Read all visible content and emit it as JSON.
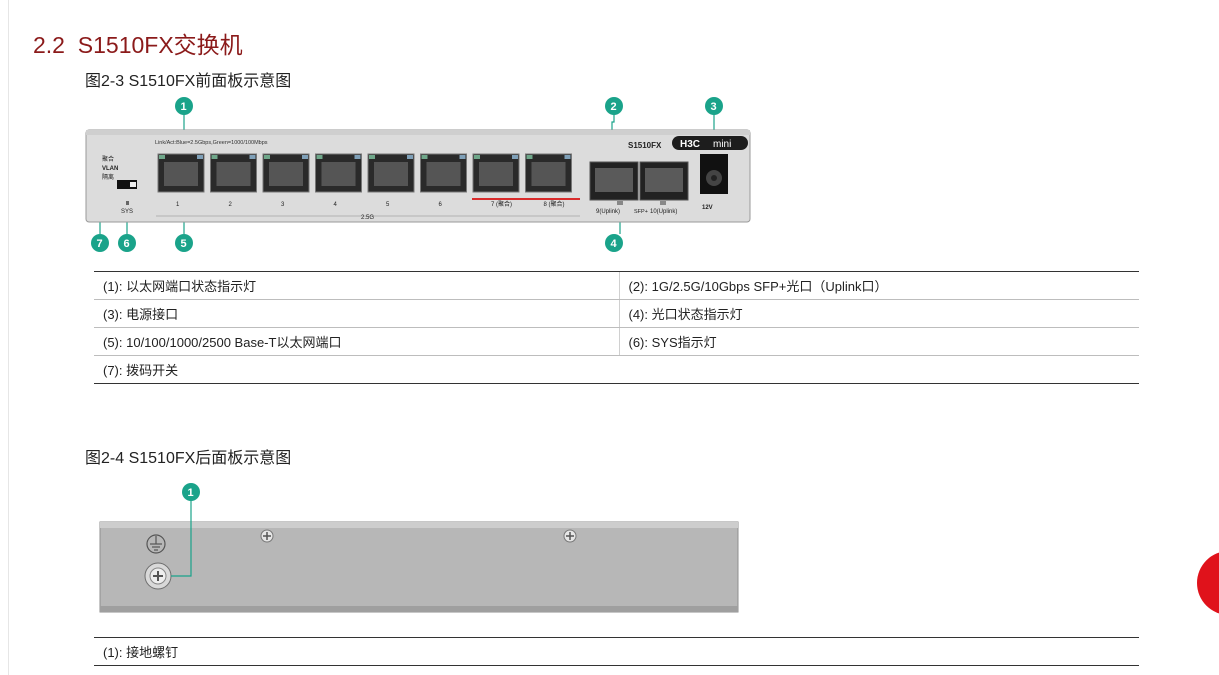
{
  "section": {
    "number": "2.2",
    "title": "S1510FX交换机"
  },
  "figures": [
    {
      "caption": "图2-3 S1510FX前面板示意图",
      "panel": {
        "model": "S1510FX",
        "brand": "H3C",
        "brand_suffix": "mini",
        "led_note": "Link/Act:Blue=2.5Gbps,Green=1000/100Mbps",
        "switch_labels": [
          "聚合",
          "VLAN",
          "隔离"
        ],
        "sys_label": "SYS",
        "port_labels": [
          "1",
          "2",
          "3",
          "4",
          "5",
          "6",
          "7 (聚合)",
          "8 (聚合)"
        ],
        "speed_label": "2.5G",
        "sfp_labels": [
          "9(Uplink)",
          "SFP+",
          "10(Uplink)"
        ],
        "power_label": "12V",
        "callouts": [
          "1",
          "2",
          "3",
          "4",
          "5",
          "6",
          "7"
        ]
      },
      "legend": [
        [
          "(1): 以太网端口状态指示灯",
          "(2): 1G/2.5G/10Gbps SFP+光口（Uplink口）"
        ],
        [
          "(3): 电源接口",
          "(4): 光口状态指示灯"
        ],
        [
          "(5): 10/100/1000/2500 Base-T以太网端口",
          "(6): SYS指示灯"
        ],
        [
          "(7): 拨码开关"
        ]
      ]
    },
    {
      "caption": "图2-4 S1510FX后面板示意图",
      "panel": {
        "callouts": [
          "1"
        ]
      },
      "legend": [
        [
          "(1): 接地螺钉"
        ]
      ]
    }
  ],
  "colors": {
    "title": "#8b1a1a",
    "callout": "#1aa38a",
    "port_aggregation_bar": "#d92b2b",
    "badge": "#e0121b"
  }
}
